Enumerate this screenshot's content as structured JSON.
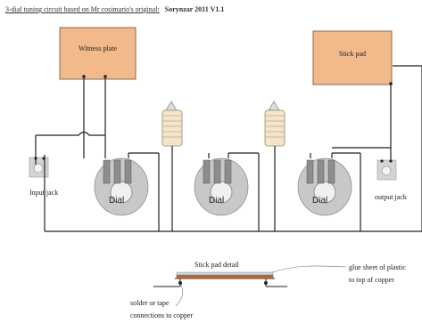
{
  "header": {
    "title": "3-dial tuning circuit based on Mr cosimario's original:",
    "version": "Sorynzar 2011 V1.1"
  },
  "components": {
    "witness_plate": "Witness plate",
    "stick_pad": "Stick pad",
    "input_jack": "Input jack",
    "output_jack": "output jack",
    "dials": [
      "Dial",
      "Dial",
      "Dial"
    ]
  },
  "detail": {
    "title": "Stick pad detail",
    "note_right_1": "glue sheet of plastic",
    "note_right_2": "to top of copper",
    "note_left_1": "solder or tape",
    "note_left_2": "connections to copper"
  },
  "colors": {
    "plate_fill": "#f2b98a",
    "plate_border": "#8a6b50",
    "wire": "#222222",
    "dial_fill": "#c8c8c8",
    "knob_fill": "#f0f0f0",
    "coil_fill": "#f1e7c8"
  }
}
